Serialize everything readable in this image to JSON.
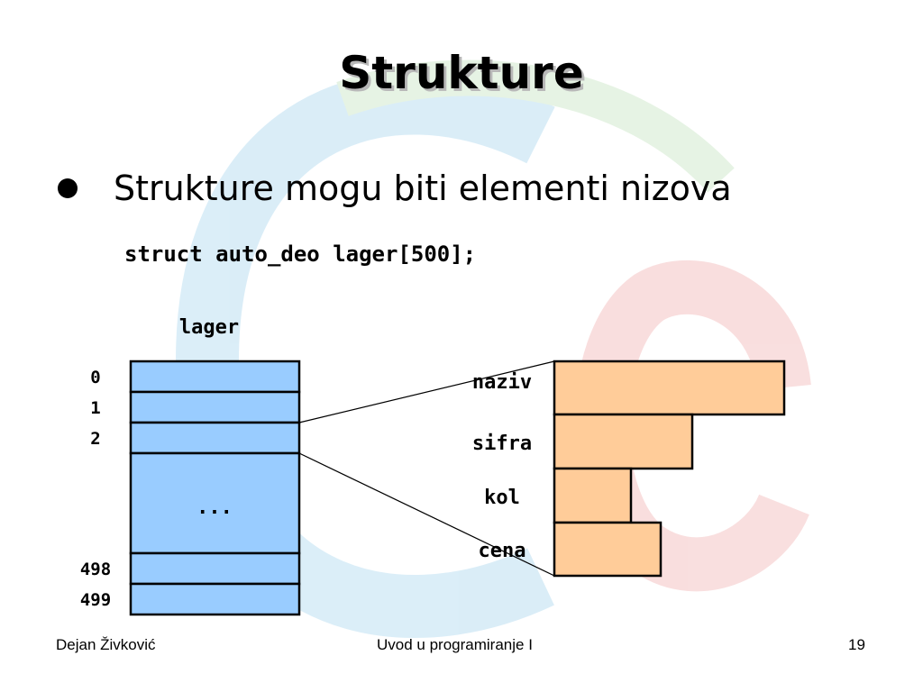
{
  "slide": {
    "title": "Strukture",
    "bullet": "Strukture mogu biti elementi nizova",
    "code": "struct auto_deo lager[500];"
  },
  "array": {
    "label": "lager",
    "indices": [
      "0",
      "1",
      "2",
      "498",
      "499"
    ],
    "ellipsis": "...",
    "fill_color": "#99ccff"
  },
  "struct_fields": {
    "labels": [
      "naziv",
      "sifra",
      "kol",
      "cena"
    ],
    "fill_color": "#ffcc99"
  },
  "footer": {
    "author": "Dejan Živković",
    "course": "Uvod u programiranje I",
    "page": "19"
  }
}
